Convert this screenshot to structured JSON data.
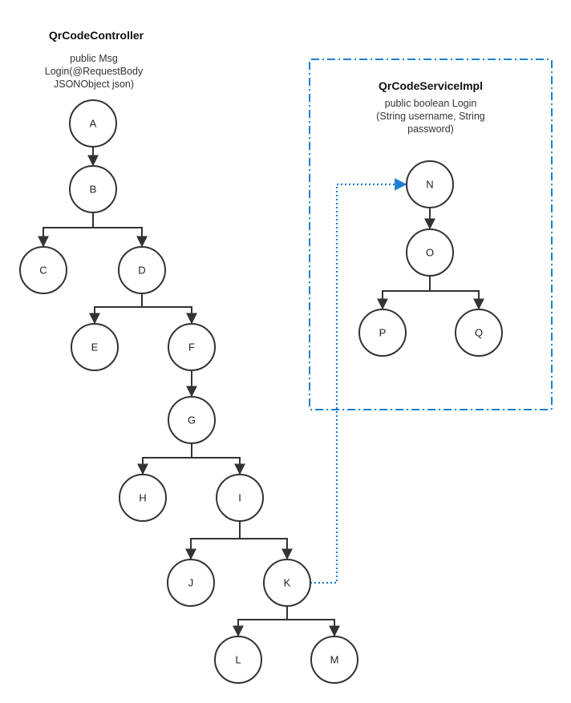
{
  "controller": {
    "title": "QrCodeController",
    "signature": [
      "public Msg",
      "Login(@RequestBody",
      "JSONObject json)"
    ]
  },
  "service": {
    "title": "QrCodeServiceImpl",
    "signature": [
      "public boolean Login",
      "(String username, String",
      "password)"
    ]
  },
  "nodes": [
    {
      "id": "A",
      "label": "A"
    },
    {
      "id": "B",
      "label": "B"
    },
    {
      "id": "C",
      "label": "C"
    },
    {
      "id": "D",
      "label": "D"
    },
    {
      "id": "E",
      "label": "E"
    },
    {
      "id": "F",
      "label": "F"
    },
    {
      "id": "G",
      "label": "G"
    },
    {
      "id": "H",
      "label": "H"
    },
    {
      "id": "I",
      "label": "I"
    },
    {
      "id": "J",
      "label": "J"
    },
    {
      "id": "K",
      "label": "K"
    },
    {
      "id": "L",
      "label": "L"
    },
    {
      "id": "M",
      "label": "M"
    },
    {
      "id": "N",
      "label": "N"
    },
    {
      "id": "O",
      "label": "O"
    },
    {
      "id": "P",
      "label": "P"
    },
    {
      "id": "Q",
      "label": "Q"
    }
  ],
  "edges": [
    {
      "from": "A",
      "to": "B"
    },
    {
      "from": "B",
      "to": "C"
    },
    {
      "from": "B",
      "to": "D"
    },
    {
      "from": "D",
      "to": "E"
    },
    {
      "from": "D",
      "to": "F"
    },
    {
      "from": "F",
      "to": "G"
    },
    {
      "from": "G",
      "to": "H"
    },
    {
      "from": "G",
      "to": "I"
    },
    {
      "from": "I",
      "to": "J"
    },
    {
      "from": "I",
      "to": "K"
    },
    {
      "from": "K",
      "to": "L"
    },
    {
      "from": "K",
      "to": "M"
    },
    {
      "from": "N",
      "to": "O"
    },
    {
      "from": "O",
      "to": "P"
    },
    {
      "from": "O",
      "to": "Q"
    }
  ],
  "cross_link": {
    "from": "K",
    "to": "N",
    "style": "dotted",
    "color": "#1f7fd3"
  },
  "colors": {
    "node_stroke": "#333333",
    "edge": "#333333",
    "accent": "#1f7fd3"
  }
}
